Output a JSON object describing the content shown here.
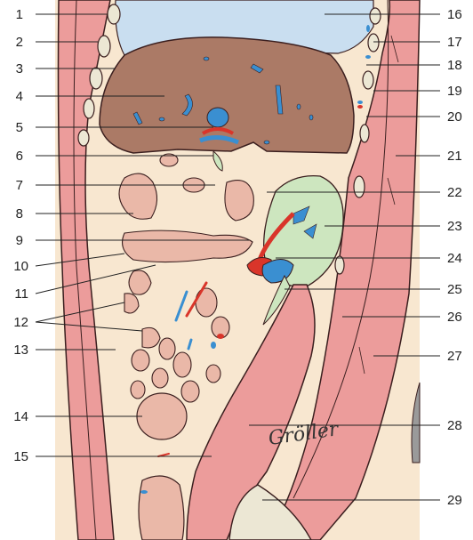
{
  "diagram": {
    "labels_left": [
      "1",
      "2",
      "3",
      "4",
      "5",
      "6",
      "7",
      "8",
      "9",
      "10",
      "11",
      "12",
      "13",
      "14",
      "15"
    ],
    "labels_right": [
      "16",
      "17",
      "18",
      "19",
      "20",
      "21",
      "22",
      "23",
      "24",
      "25",
      "26",
      "27",
      "28",
      "29"
    ],
    "signature": "Gröller",
    "colors": {
      "background_tissue": "#f8e7d0",
      "muscle": "#ec9c9b",
      "muscle_outline": "#3b1f1f",
      "liver": "#ab7a66",
      "lung": "#c9def0",
      "kidney": "#cde6bf",
      "bowel": "#eab8a8",
      "vein": "#3a8fd1",
      "artery": "#d9352a",
      "bone": "#ece7d4",
      "leader": "#222222"
    }
  }
}
